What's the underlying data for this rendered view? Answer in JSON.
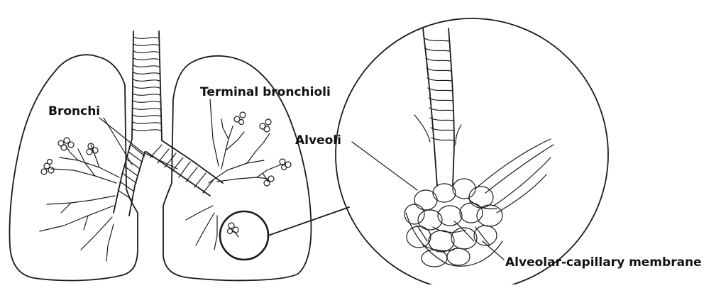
{
  "labels": {
    "bronchi": "Bronchi",
    "terminal_bronchioli": "Terminal bronchioli",
    "alveoli": "Alveoli",
    "alveolar_capillary_membrane": "Alveolar-capillary membrane"
  },
  "colors": {
    "ink": "#1a1a1a",
    "background": "#ffffff"
  }
}
